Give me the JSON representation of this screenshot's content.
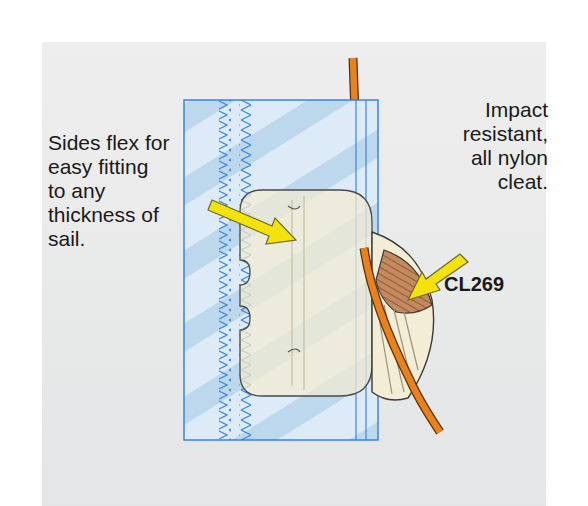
{
  "diagram": {
    "labels": [
      "Sides flex for easy fitting to any thickness of sail.",
      "Impact resistant, all nylon cleat.",
      "CL269"
    ]
  }
}
